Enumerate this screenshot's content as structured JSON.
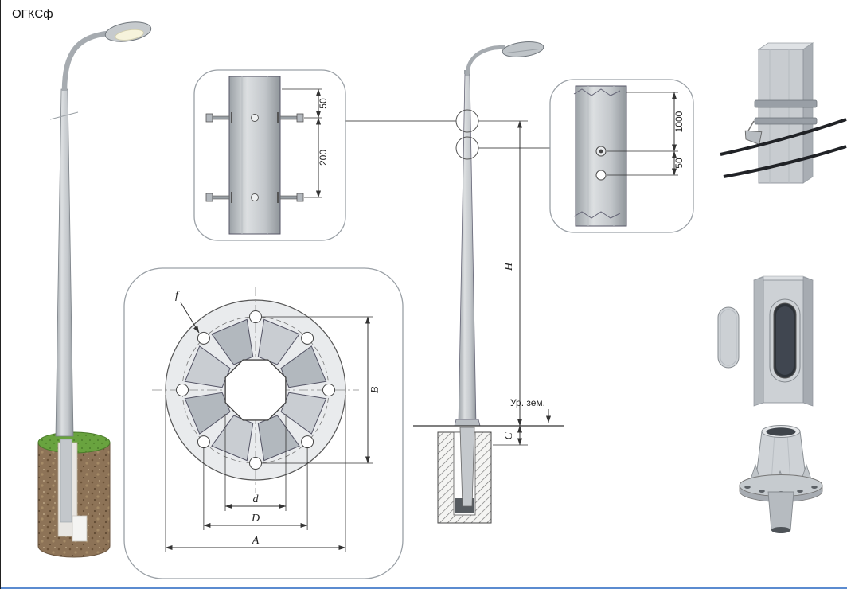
{
  "title": "ОГКСф",
  "colors": {
    "metal": "#c8ccd0",
    "metal_dark": "#9aa0a6",
    "grass": "#69a33f",
    "soil": "#8d7357",
    "line": "#333333",
    "lamp_lens": "#f6f3dc",
    "accent-edge": "#5b8bd0"
  },
  "views": {
    "clamp_detail": {
      "dim_offset": "50",
      "dim_spacing": "200"
    },
    "hole_detail": {
      "dim_height": "1000",
      "dim_offset": "50"
    },
    "flange_detail": {
      "dim_outer_diameter": "A",
      "dim_bolt_span": "B",
      "dim_bolt_circle": "D",
      "dim_inner": "d",
      "hole_label": "f"
    },
    "elevation": {
      "dim_total_height": "H",
      "dim_embed_depth": "C",
      "ground_level_label": "Ур. зем."
    }
  }
}
